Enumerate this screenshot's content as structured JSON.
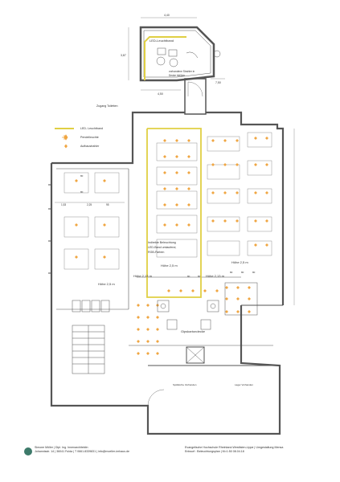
{
  "top_room": {
    "led_label": "LED-Leuchtband",
    "note_line1": "vorhandene Strahler in",
    "note_line2": "Decke bleiben",
    "dim_width": "4,40",
    "dim_height": "3,87",
    "dim_bottom": "4,50",
    "dim_right": "7,50"
  },
  "entry_label": "Zugang Toiletten",
  "legend": {
    "led_band": "LED- Leuchtband",
    "pendant": "Pendelleuchte",
    "surface": "Aufbaustrahler"
  },
  "colors": {
    "led": "#e0cf43",
    "luminaire": "#f0a642",
    "wall": "#555555",
    "dim": "#7a7a7a"
  },
  "labels": {
    "hoehe_right": "Höhe 2,5 m",
    "hoehe_center": "Höhe 2,5 m",
    "hoehe_mid": "Höhe 2,13 m",
    "hoehe_mid2": "Höhe 2,13 m",
    "hoehe_left": "Höhe 2,5 m",
    "indirect_line1": "Indirekte Beleuchtung",
    "indirect_line2": "LED-Band umlaufend,",
    "indirect_line3": "RGB-Farben",
    "gips": "Gipskartondecke",
    "sp_vorhanden": "Spülküche Vorhanden",
    "lager_vorhanden": "Lager Vorhanden"
  },
  "dims_left": [
    "1,53",
    "2,25",
    "95"
  ],
  "dims_small": [
    "80",
    "80",
    "80",
    "80",
    "80",
    "80",
    "80"
  ],
  "footer": {
    "left_line1": "Simone Möller | Dipl. Ing. Innenarchitektin",
    "left_line2": "Johannisstr. 14 | 36041 Fulda | T 0661.8339831 | info@moeller-imhaus.de",
    "right_line1": "Evangelische Hochschule Rheinland-Westfalen-Lippe | Umgestaltung Mensa",
    "right_line2": "Entwurf : Beleuchtungsplan | M=1:50 08.04.18"
  }
}
